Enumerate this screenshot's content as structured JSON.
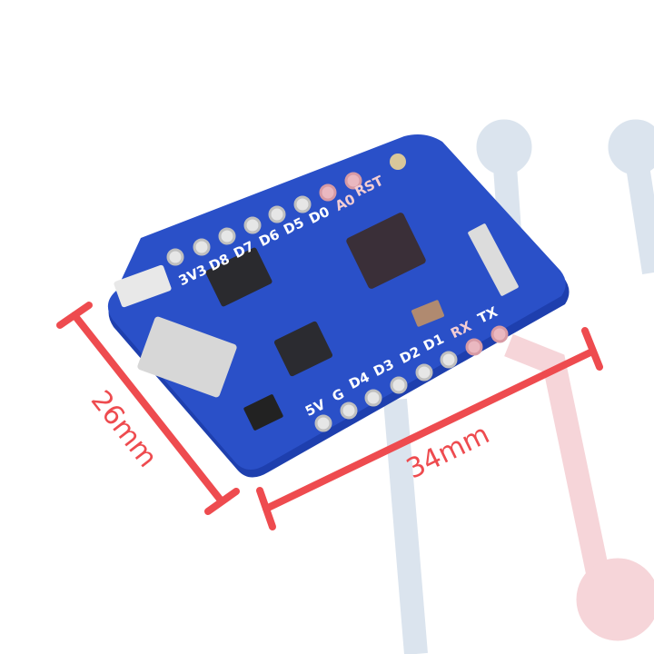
{
  "image": {
    "subject": "ESP8266 mini development board (WeMos D1 mini Pro style) with dimension annotations",
    "background_color": "#ffffff",
    "board_color": "#2a50c8"
  },
  "dimensions": {
    "width_label": "34mm",
    "height_label": "26mm",
    "color": "#ee4b4f"
  },
  "pins": {
    "top_row": [
      "3V3",
      "D8",
      "D7",
      "D6",
      "D5",
      "D0",
      "A0",
      "RST"
    ],
    "bottom_row": [
      "5V",
      "G",
      "D4",
      "D3",
      "D2",
      "D1",
      "RX",
      "TX"
    ]
  },
  "decor": {
    "blue_trace_color": "#dbe4ee",
    "red_trace_color": "#f6d5d9"
  }
}
